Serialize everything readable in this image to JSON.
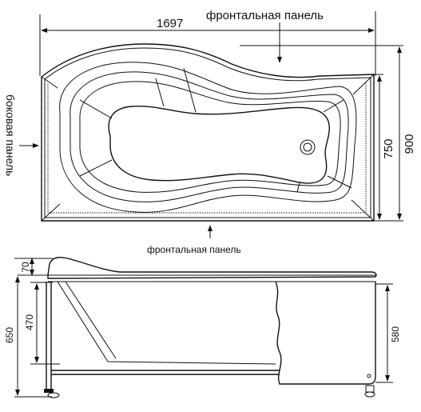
{
  "top_view": {
    "front_panel_label_top": "фронтальная панель",
    "front_panel_label_bottom": "фронтальная панель",
    "side_panel_label": "боковая панель",
    "length_dim": "1697",
    "depth_inner_dim": "750",
    "depth_outer_dim": "900"
  },
  "side_view": {
    "rim_dim": "70",
    "inner_height_dim": "470",
    "total_height_dim": "650",
    "panel_height_dim": "580"
  }
}
